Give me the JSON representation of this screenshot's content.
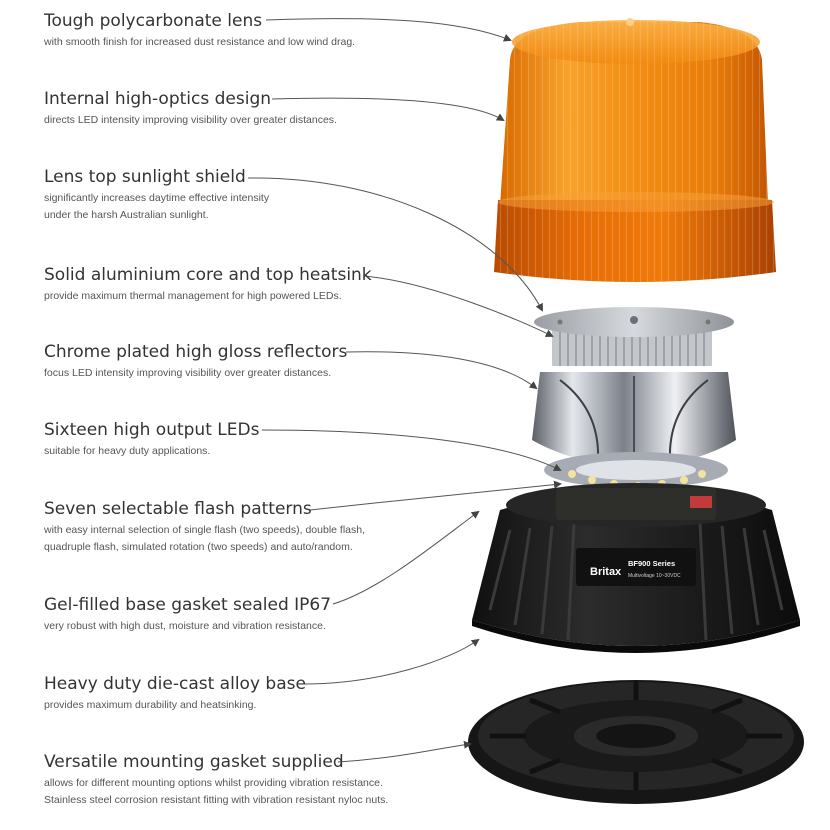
{
  "features": [
    {
      "title": "Tough polycarbonate lens",
      "desc": [
        "with smooth finish for increased dust resistance and low wind drag."
      ]
    },
    {
      "title": "Internal high-optics design",
      "desc": [
        "directs LED intensity improving visibility over greater distances."
      ]
    },
    {
      "title": "Lens top sunlight shield",
      "desc": [
        "significantly increases daytime effective intensity",
        "under the harsh Australian sunlight."
      ]
    },
    {
      "title": "Solid aluminium core and top heatsink",
      "desc": [
        "provide maximum thermal management for high powered LEDs."
      ]
    },
    {
      "title": "Chrome plated high gloss reflectors",
      "desc": [
        "focus LED intensity improving visibility over greater distances."
      ]
    },
    {
      "title": "Sixteen high output LEDs",
      "desc": [
        "suitable for heavy duty applications."
      ]
    },
    {
      "title": "Seven selectable flash patterns",
      "desc": [
        "with easy internal selection of single flash (two speeds), double flash,",
        "quadruple flash, simulated rotation (two speeds) and auto/random."
      ]
    },
    {
      "title": "Gel-filled base gasket sealed IP67",
      "desc": [
        "very robust with high dust, moisture and vibration resistance."
      ]
    },
    {
      "title": "Heavy duty die-cast alloy base",
      "desc": [
        "provides maximum durability and heatsinking."
      ]
    },
    {
      "title": "Versatile mounting gasket supplied",
      "desc": [
        "allows for different mounting options whilst providing vibration resistance.",
        "Stainless steel corrosion resistant fitting with vibration resistant nyloc nuts."
      ]
    }
  ],
  "product": {
    "brand": "Britax",
    "series": "BF900 Series",
    "voltage": "Multivoltage 10~30VDC"
  },
  "colors": {
    "lens_amber": "#f08a10",
    "lens_dark": "#c85a00",
    "base_black": "#1c1c1c",
    "chrome": "#b8bcc4",
    "heatsink": "#c9ccd1",
    "title_text": "#333333",
    "desc_text": "#555555"
  }
}
